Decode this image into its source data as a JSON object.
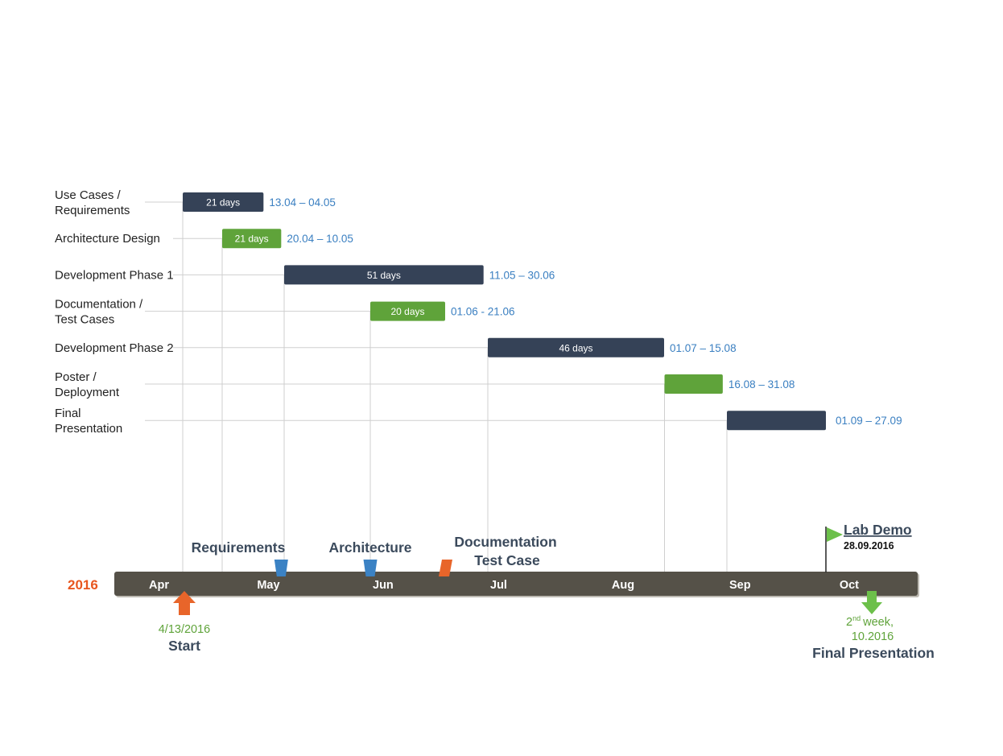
{
  "chart_data": {
    "type": "gantt",
    "year": "2016",
    "colors": {
      "dark_bar": "#354257",
      "green_bar": "#5fa33a",
      "range_text": "#3a7fc1",
      "year_text": "#e8561f",
      "axis_band": "#555148",
      "milestone_blue": "#3b82c4",
      "milestone_orange": "#e8652a",
      "arrow_green": "#6cc04a"
    },
    "months": [
      "Apr",
      "May",
      "Jun",
      "Jul",
      "Aug",
      "Sep",
      "Oct"
    ],
    "tasks": [
      {
        "name_lines": [
          "Use Cases /",
          "Requirements"
        ],
        "start": "2016-04-13",
        "end": "2016-05-04",
        "duration_label": "21 days",
        "range_label": "13.04 – 04.05",
        "color": "dark"
      },
      {
        "name_lines": [
          "Architecture Design"
        ],
        "start": "2016-04-20",
        "end": "2016-05-10",
        "duration_label": "21 days",
        "range_label": "20.04 – 10.05",
        "color": "green"
      },
      {
        "name_lines": [
          "Development Phase 1"
        ],
        "start": "2016-05-11",
        "end": "2016-06-30",
        "duration_label": "51 days",
        "range_label": "11.05 – 30.06",
        "color": "dark"
      },
      {
        "name_lines": [
          "Documentation /",
          "Test Cases"
        ],
        "start": "2016-06-01",
        "end": "2016-06-21",
        "duration_label": "20 days",
        "range_label": "01.06 -  21.06",
        "color": "green"
      },
      {
        "name_lines": [
          "Development Phase 2"
        ],
        "start": "2016-07-01",
        "end": "2016-08-15",
        "duration_label": "46 days",
        "range_label": "01.07 – 15.08",
        "color": "dark"
      },
      {
        "name_lines": [
          "Poster /",
          "Deployment"
        ],
        "start": "2016-08-16",
        "end": "2016-08-31",
        "duration_label": "",
        "range_label": "16.08 – 31.08",
        "color": "green"
      },
      {
        "name_lines": [
          "Final",
          "Presentation"
        ],
        "start": "2016-09-01",
        "end": "2016-09-27",
        "duration_label": "",
        "range_label": "01.09 – 27.09",
        "color": "dark"
      }
    ],
    "milestones": [
      {
        "label_lines": [
          "Requirements"
        ],
        "date": "2016-05-10",
        "shape": "blue-trapezoid"
      },
      {
        "label_lines": [
          "Architecture"
        ],
        "date": "2016-06-01",
        "shape": "blue-trapezoid"
      },
      {
        "label_lines": [
          "Documentation",
          "Test Case"
        ],
        "date": "2016-06-21",
        "shape": "orange-parallelogram"
      }
    ],
    "start_marker": {
      "date_text": "4/13/2016",
      "label": "Start"
    },
    "lab_demo": {
      "title": "Lab Demo",
      "date_text": "28.09.2016"
    },
    "final_marker": {
      "line1": "week,",
      "line2": "10.2016",
      "ordinal_num": "2",
      "ordinal_sup": "nd",
      "label": "Final Presentation"
    }
  }
}
